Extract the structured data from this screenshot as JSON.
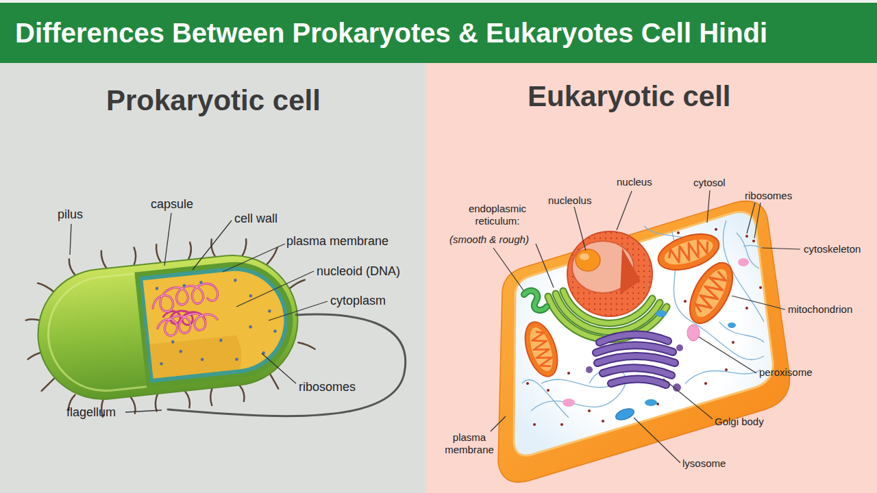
{
  "diagram": {
    "title": "Differences Between Prokaryotes & Eukaryotes Cell Hindi",
    "nodes": [
      {
        "text": [
          "Prokaryotic cell"
        ]
      },
      {
        "text": [
          "Eukaryotic cell"
        ]
      }
    ],
    "labels": [
      "pilus",
      "capsule",
      "cell wall",
      "plasma membrane",
      "nucleoid (DNA)",
      "cytoplasm",
      "ribosomes",
      "flagellum",
      "nucleus",
      "nucleolus",
      "cytosol",
      "ribosomes",
      "endoplasmic reticulum:",
      "(smooth & rough)",
      "cytoskeleton",
      "mitochondrion",
      "peroxisome",
      "Golgi body",
      "lysosome",
      "plasma membrane"
    ]
  }
}
